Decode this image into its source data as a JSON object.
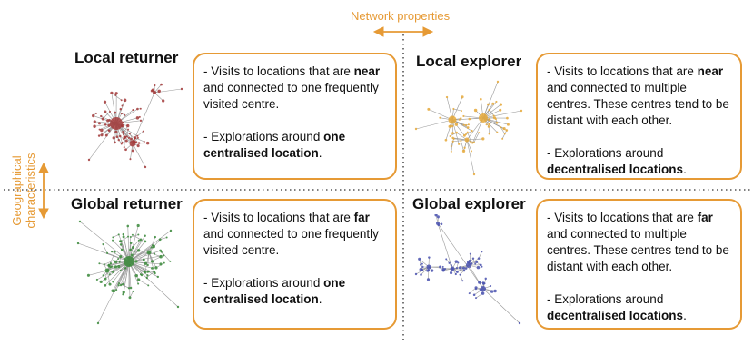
{
  "axes": {
    "horizontal_label": "Network properties",
    "vertical_label_line1": "Geographical",
    "vertical_label_line2": "characteristics",
    "accent_color": "#e69a35",
    "divider_color": "#555555"
  },
  "quadrants": {
    "local_returner": {
      "title": "Local returner",
      "node_color": "#a33a3a",
      "p1_pre": "- Visits to locations that are ",
      "p1_bold": "near",
      "p1_post": " and connected to one frequently visited centre.",
      "p2_pre": "- Explorations around ",
      "p2_bold": "one centralised location",
      "p2_post": "."
    },
    "local_explorer": {
      "title": "Local explorer",
      "node_color": "#e6a93a",
      "p1_pre": "- Visits to locations that are ",
      "p1_bold": "near",
      "p1_post": " and connected to multiple centres. These centres tend to be distant with each other.",
      "p2_pre": "- Explorations around ",
      "p2_bold": "decentralised locations",
      "p2_post": "."
    },
    "global_returner": {
      "title": "Global returner",
      "node_color": "#3a8a3a",
      "p1_pre": "- Visits to locations that are ",
      "p1_bold": "far",
      "p1_post": " and connected to one frequently visited centre.",
      "p2_pre": "- Explorations around ",
      "p2_bold": "one centralised location",
      "p2_post": "."
    },
    "global_explorer": {
      "title": "Global explorer",
      "node_color": "#4a52b0",
      "p1_pre": "- Visits to locations that are ",
      "p1_bold": "far",
      "p1_post": " and connected to multiple centres. These centres tend to be distant with each other.",
      "p2_pre": "- Explorations around ",
      "p2_bold": "decentralised locations",
      "p2_post": "."
    }
  }
}
